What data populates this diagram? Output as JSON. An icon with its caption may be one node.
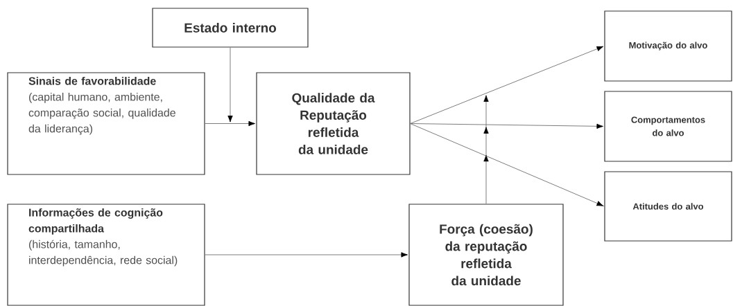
{
  "diagram": {
    "nodes": [
      {
        "text": [
          "Estado interno"
        ]
      },
      {
        "text": [
          "Sinais de favorabilidade",
          "(capital humano, ambiente, comparação social, qualidade da liderança)"
        ]
      },
      {
        "text": [
          "Qualidade da Reputação refletida da unidade"
        ]
      },
      {
        "text": [
          "Informações de cognição compartilhada",
          "(história, tamanho, interdependência, rede social)"
        ]
      },
      {
        "text": [
          "Força (coesão) da reputação refletida da unidade"
        ]
      },
      {
        "text": [
          "Motivação do alvo"
        ]
      },
      {
        "text": [
          "Comportamentos do alvo"
        ]
      },
      {
        "text": [
          "Atitudes do alvo"
        ]
      }
    ],
    "edges": [
      {
        "from": 1,
        "to": 2,
        "arrow": "to"
      },
      {
        "from": 0,
        "to": null,
        "arrow": "to"
      },
      {
        "from": 3,
        "to": 4,
        "arrow": "to"
      },
      {
        "from": 4,
        "to": null,
        "arrow": "to"
      },
      {
        "from": 2,
        "to": 5,
        "arrow": "to"
      },
      {
        "from": 2,
        "to": 6,
        "arrow": "to"
      },
      {
        "from": 2,
        "to": 7,
        "arrow": "to"
      }
    ]
  }
}
